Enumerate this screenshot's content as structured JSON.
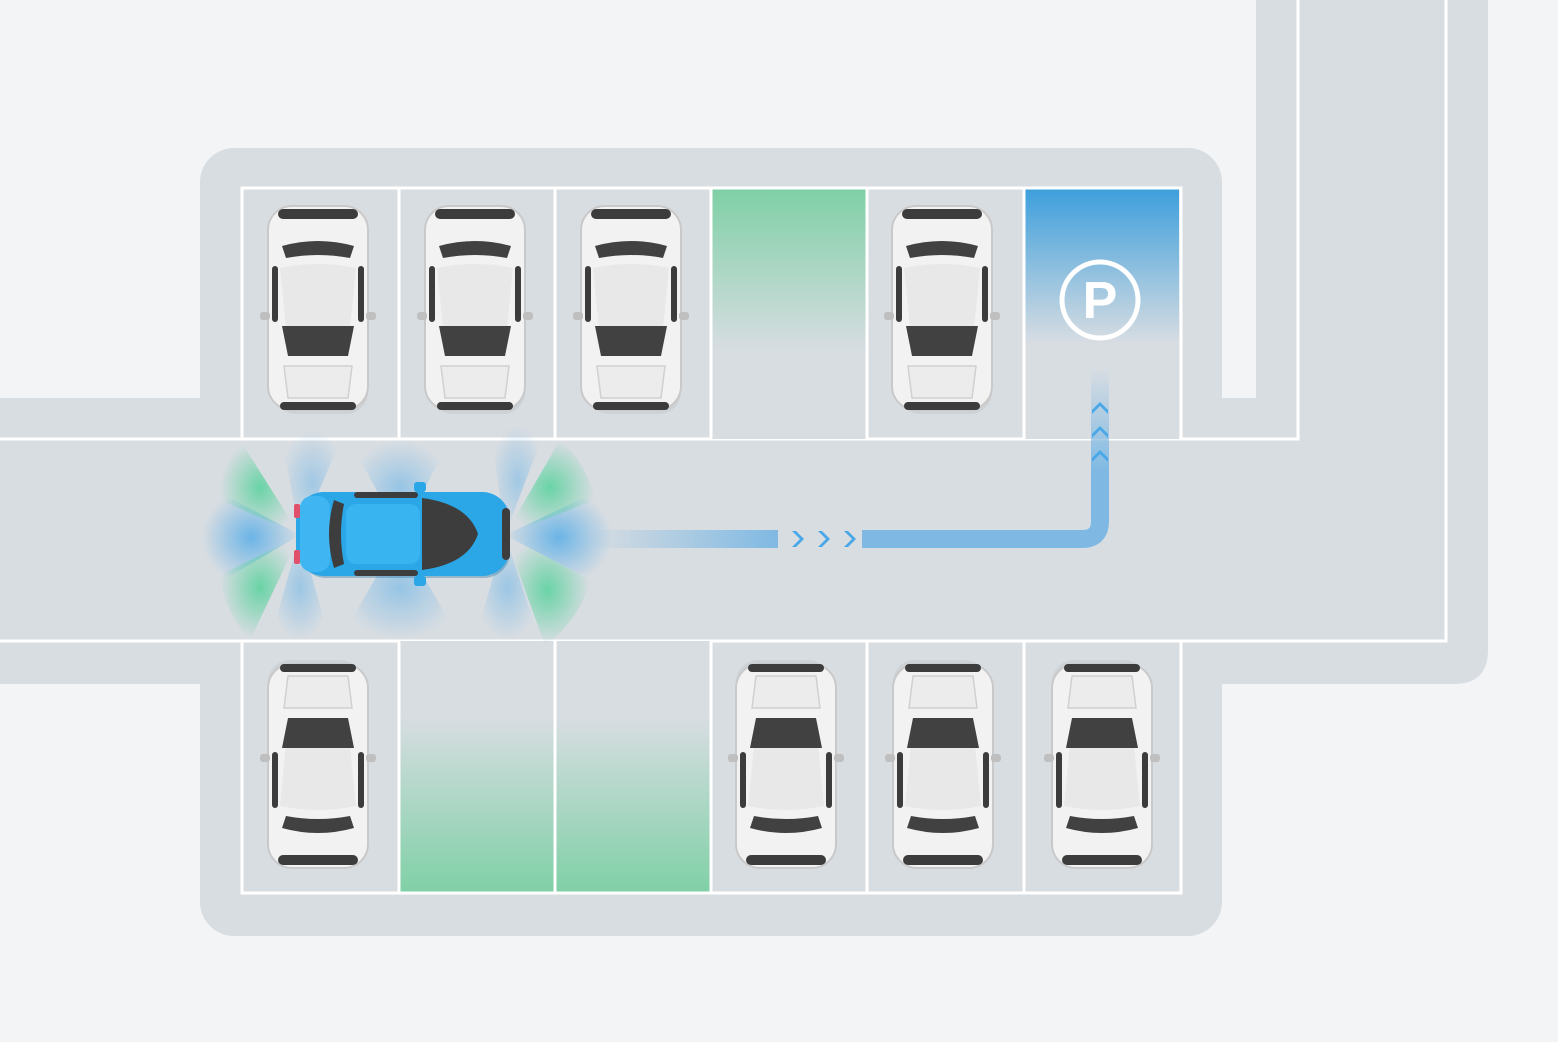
{
  "parking_sign": {
    "label": "P"
  },
  "colors": {
    "background": "#f3f4f6",
    "road": "#d8dde2",
    "lane_line": "#ffffff",
    "free_space": "#7fd0a6",
    "target_space": "#3d9fdc",
    "ego_car": "#2ba6e6",
    "path": "#7fb9e3",
    "sensor_blue": "#4aa8e8",
    "sensor_green": "#3fcf8e",
    "parked_car_body": "#f2f2f2",
    "parked_car_glass": "#414141"
  },
  "spaces": {
    "top": [
      "occupied",
      "occupied",
      "occupied",
      "free",
      "occupied",
      "target"
    ],
    "bottom": [
      "occupied",
      "free",
      "free",
      "occupied",
      "occupied",
      "occupied"
    ]
  },
  "icons": [
    "parking-sign-icon",
    "path-chevron-icon",
    "sensor-field-icon"
  ]
}
